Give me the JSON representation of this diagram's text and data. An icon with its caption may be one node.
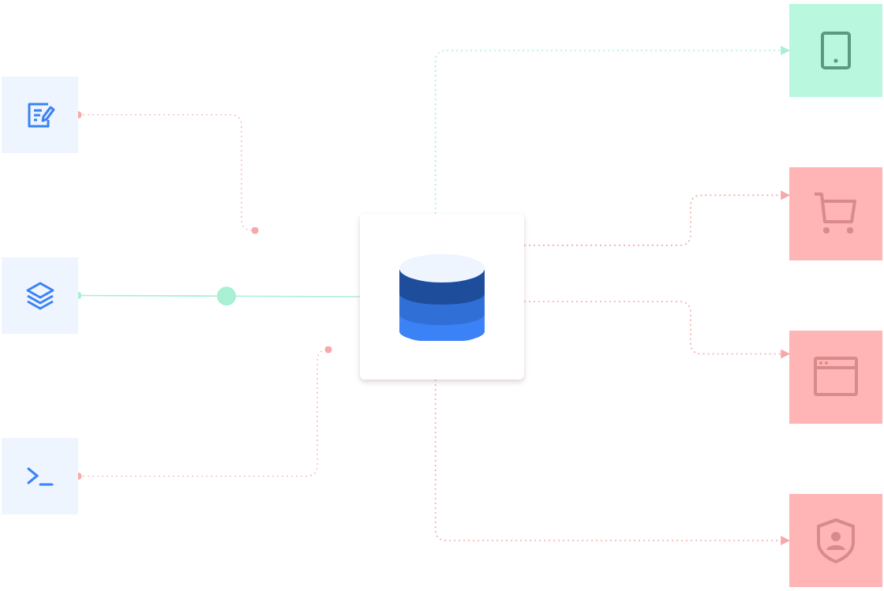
{
  "diagram": {
    "nodes": [
      {
        "text": [],
        "shape": "box"
      },
      {
        "text": [],
        "shape": "box"
      },
      {
        "text": [],
        "shape": "box"
      },
      {
        "text": [],
        "shape": "box"
      },
      {
        "text": [],
        "shape": "box"
      },
      {
        "text": [],
        "shape": "box"
      },
      {
        "text": [],
        "shape": "box"
      },
      {
        "text": [],
        "shape": "box"
      }
    ],
    "edges": [
      {
        "from": 0,
        "to": null,
        "arrow": "other",
        "style": "dashed"
      },
      {
        "from": 1,
        "to": 3,
        "arrow": "other",
        "color": "#a8f0d4"
      },
      {
        "from": 2,
        "to": null,
        "arrow": "other",
        "style": "dashed"
      },
      {
        "from": 3,
        "to": 4,
        "arrow": "to",
        "style": "dashed",
        "color": "#a8f0d4"
      },
      {
        "from": 3,
        "to": 5,
        "arrow": "to",
        "style": "dashed"
      },
      {
        "from": 3,
        "to": 6,
        "arrow": "to",
        "style": "dashed"
      },
      {
        "from": 3,
        "to": 7,
        "arrow": "to",
        "style": "dashed"
      }
    ]
  }
}
